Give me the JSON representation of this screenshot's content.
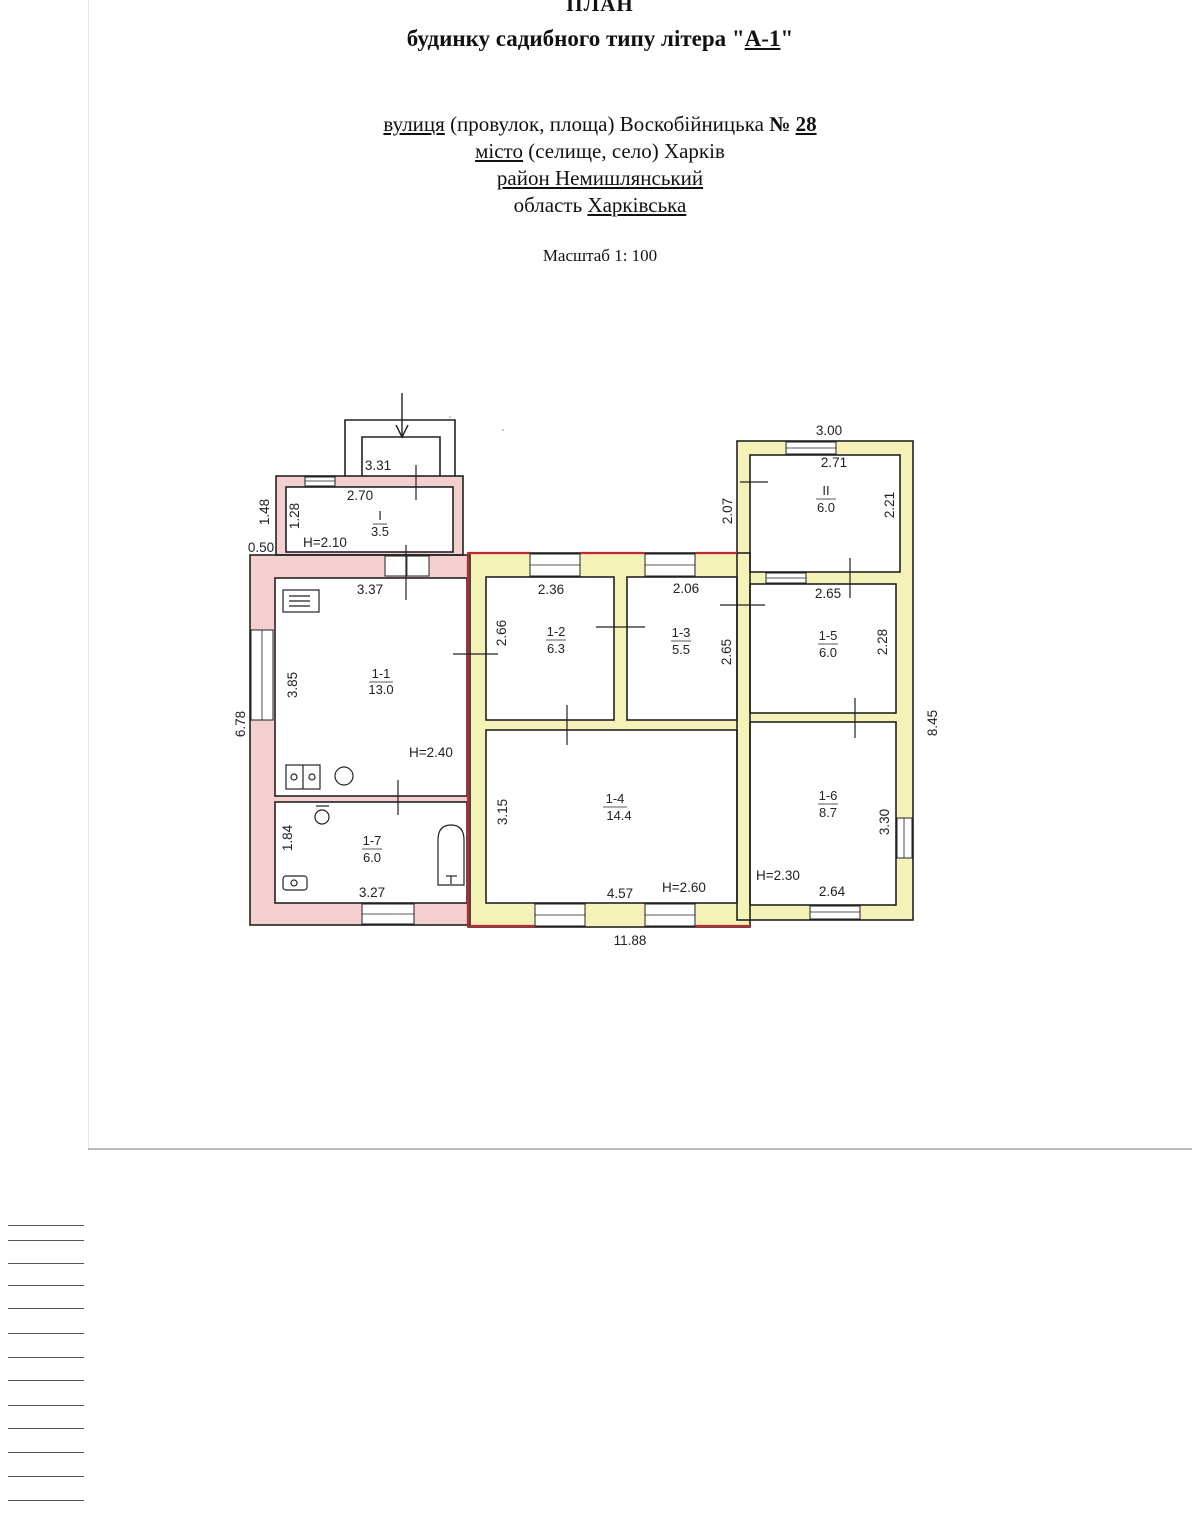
{
  "header": {
    "title_line1": "ПЛАН",
    "title_line2_prefix": "будинку садибного типу літера \"",
    "title_line2_letter": "А-1",
    "title_line2_suffix": "\""
  },
  "address": {
    "street_label": "вулиця",
    "street_hint": " (провулок, площа)  Воскобійницька ",
    "street_no_label": "№ ",
    "street_no": "28",
    "city_label": "місто",
    "city_hint": " (селище, село)  Харків",
    "district_label": "район   Немишлянський",
    "region_label": "область  ",
    "region_value": "Харківська"
  },
  "scale": "Масштаб 1: 100",
  "rooms": [
    {
      "id": "I",
      "area": "3.5"
    },
    {
      "id": "II",
      "area": "6.0"
    },
    {
      "id": "1-1",
      "area": "13.0"
    },
    {
      "id": "1-2",
      "area": "6.3"
    },
    {
      "id": "1-3",
      "area": "5.5"
    },
    {
      "id": "1-4",
      "area": "14.4"
    },
    {
      "id": "1-5",
      "area": "6.0"
    },
    {
      "id": "1-6",
      "area": "8.7"
    },
    {
      "id": "1-7",
      "area": "6.0"
    }
  ],
  "dimensions": {
    "porch_width": "3.31",
    "room_I_width": "2.70",
    "room_I_depth": "1.28",
    "porch_depth": "1.48",
    "wall_offset": "0.50",
    "room_1_1_width": "3.37",
    "room_1_1_depth": "3.85",
    "total_left_depth": "6.78",
    "room_1_2_width": "2.36",
    "room_1_2_depth": "2.66",
    "room_1_3_width": "2.06",
    "room_1_3_depth": "2.65",
    "room_1_4_depth": "3.15",
    "room_1_4_width": "4.57",
    "room_1_7_depth": "1.84",
    "room_1_7_width": "3.27",
    "room_II_outer_width": "3.00",
    "room_II_width": "2.71",
    "room_II_depth": "2.21",
    "room_II_outer_depth": "2.07",
    "room_1_5_width": "2.65",
    "room_1_5_depth": "2.28",
    "room_1_6_depth": "3.30",
    "room_1_6_width": "2.64",
    "total_right_depth": "8.45",
    "total_width": "11.88"
  },
  "heights": {
    "room_I": "H=2.10",
    "room_1_1": "H=2.40",
    "room_1_4": "H=2.60",
    "room_1_6": "H=2.30"
  },
  "colors": {
    "wall_pink": "#f4cfcf",
    "wall_yellow": "#f5f2b8",
    "red_line": "#c0282c",
    "ink": "#222222"
  }
}
